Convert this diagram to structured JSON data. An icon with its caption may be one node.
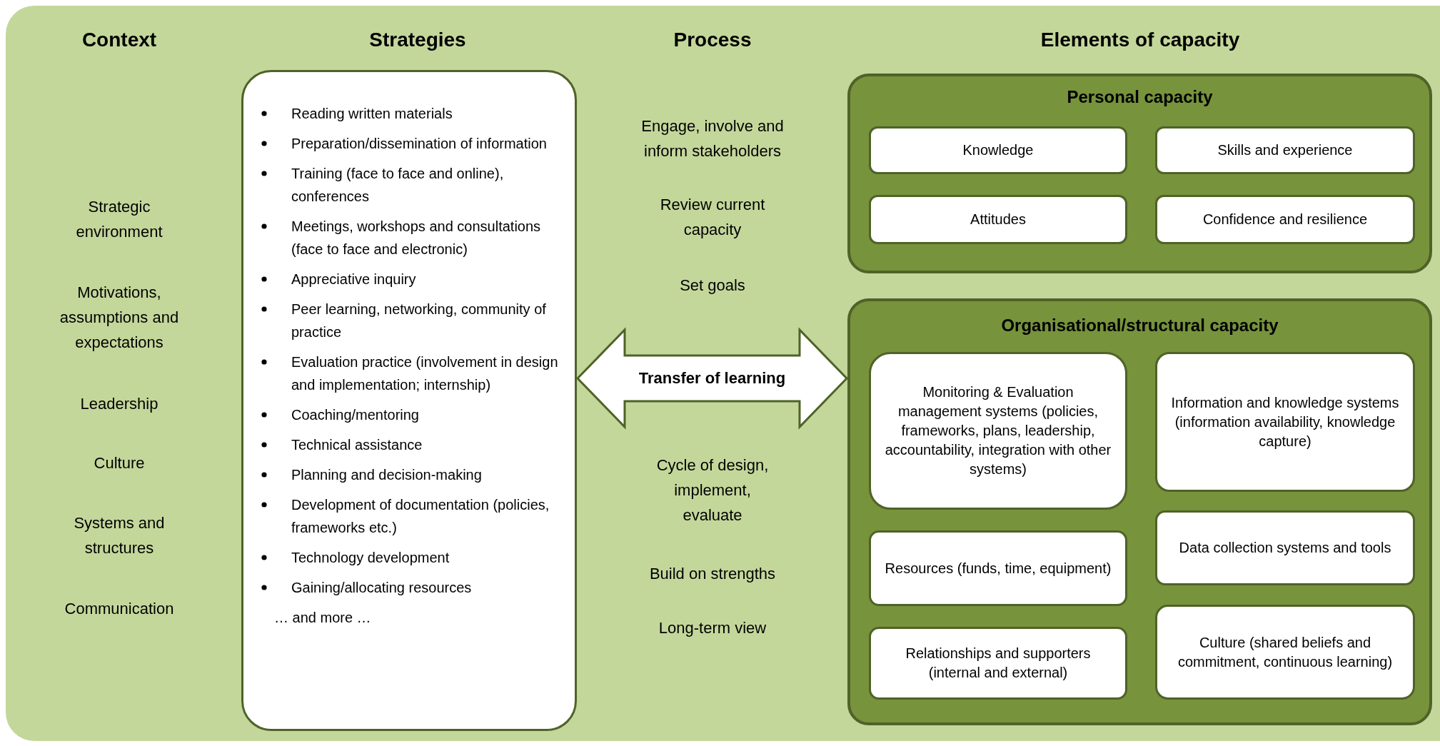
{
  "diagram": {
    "nodes": [
      {
        "text": [
          "Reading written materials",
          "Preparation/dissemination of information",
          "Training (face to face and online), conferences",
          "Meetings, workshops and consultations (face to face and electronic)",
          "Appreciative inquiry",
          "Peer learning, networking, community of practice",
          "Evaluation practice (involvement in design and implementation; internship)",
          "Coaching/mentoring",
          "Technical assistance",
          "Planning and decision-making",
          "Development of documentation (policies, frameworks etc.)",
          "Technology development",
          "Gaining/allocating resources",
          "… and more …"
        ]
      },
      {
        "text": [
          "Personal capacity"
        ]
      },
      {
        "text": [
          "Knowledge"
        ],
        "in": 1
      },
      {
        "text": [
          "Skills and experience"
        ],
        "in": 1
      },
      {
        "text": [
          "Attitudes"
        ],
        "in": 1
      },
      {
        "text": [
          "Confidence and resilience"
        ],
        "in": 1
      },
      {
        "text": [
          "Organisational/structural capacity"
        ]
      },
      {
        "text": [
          "Monitoring & Evaluation management systems (policies, frameworks, plans, leadership, accountability, integration with other systems)"
        ],
        "in": 6
      },
      {
        "text": [
          "Information and knowledge systems (information availability, knowledge capture)"
        ],
        "in": 6
      },
      {
        "text": [
          "Resources (funds, time, equipment)"
        ],
        "in": 6
      },
      {
        "text": [
          "Data collection systems and tools"
        ],
        "in": 6
      },
      {
        "text": [
          "Relationships and supporters (internal and external)"
        ],
        "in": 6
      },
      {
        "text": [
          "Culture (shared beliefs and commitment, continuous learning)"
        ],
        "in": 6
      }
    ],
    "edges": [
      {
        "from": 0,
        "to": 6,
        "arrow": "both",
        "label": "Transfer of learning",
        "style": "thick"
      }
    ],
    "labels": [
      "Context",
      "Strategies",
      "Process",
      "Elements of capacity",
      "Strategic environment",
      "Motivations, assumptions and expectations",
      "Leadership",
      "Culture",
      "Systems and structures",
      "Communication",
      "Engage, involve and inform stakeholders",
      "Review current capacity",
      "Set goals",
      "Cycle of design, implement, evaluate",
      "Build on strengths",
      "Long-term view"
    ]
  }
}
